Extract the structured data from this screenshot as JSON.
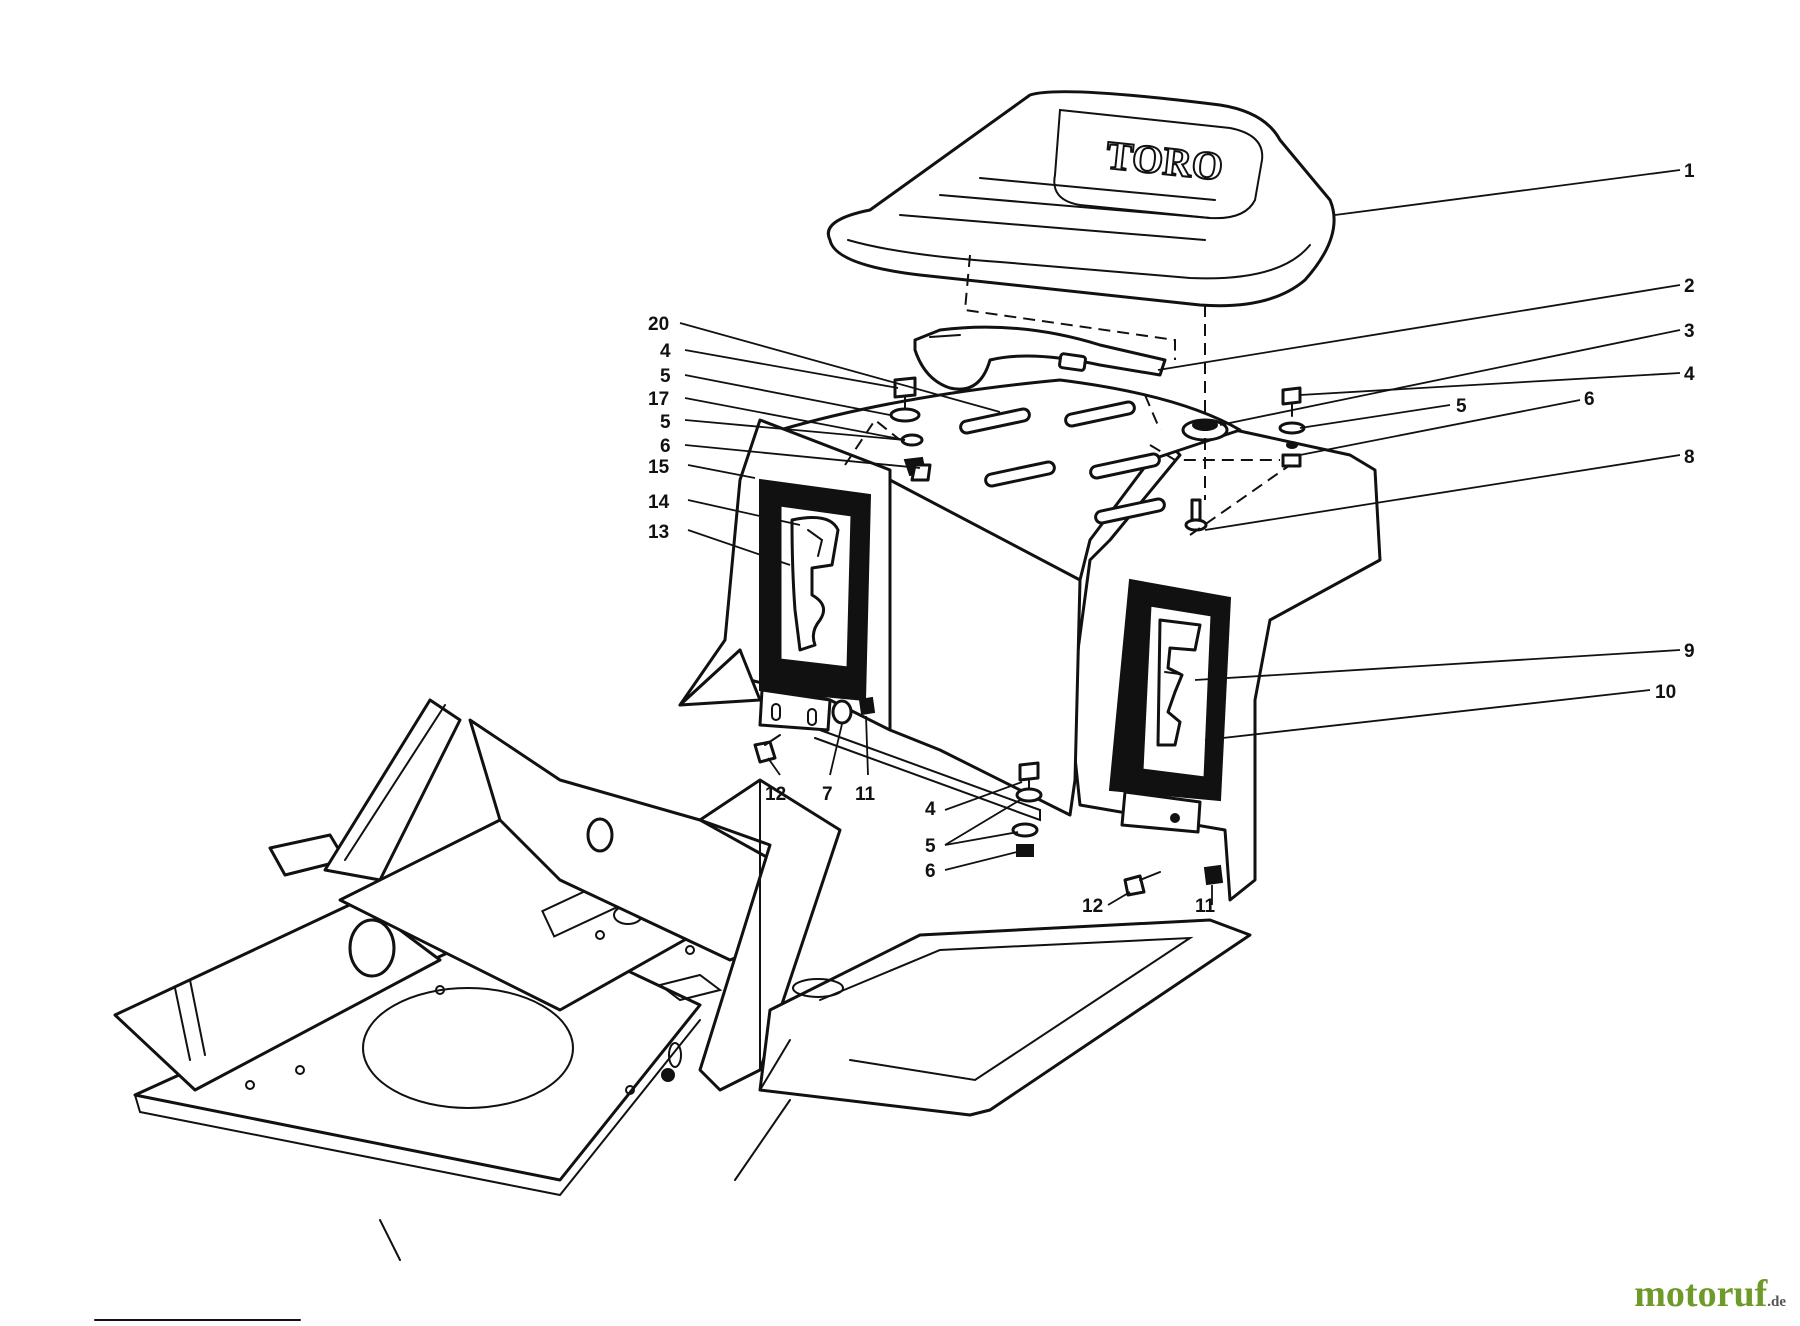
{
  "diagram": {
    "seat_emboss": "TORO",
    "callouts": [
      {
        "id": "c1",
        "label": "1"
      },
      {
        "id": "c2",
        "label": "2"
      },
      {
        "id": "c3",
        "label": "3"
      },
      {
        "id": "c4r",
        "label": "4"
      },
      {
        "id": "c5r",
        "label": "5"
      },
      {
        "id": "c6r",
        "label": "6"
      },
      {
        "id": "c8",
        "label": "8"
      },
      {
        "id": "c9",
        "label": "9"
      },
      {
        "id": "c10",
        "label": "10"
      },
      {
        "id": "c20",
        "label": "20"
      },
      {
        "id": "c4l",
        "label": "4"
      },
      {
        "id": "c5l",
        "label": "5"
      },
      {
        "id": "c17",
        "label": "17"
      },
      {
        "id": "c5l2",
        "label": "5"
      },
      {
        "id": "c6l",
        "label": "6"
      },
      {
        "id": "c15",
        "label": "15"
      },
      {
        "id": "c14",
        "label": "14"
      },
      {
        "id": "c13",
        "label": "13"
      },
      {
        "id": "c12l",
        "label": "12"
      },
      {
        "id": "c7",
        "label": "7"
      },
      {
        "id": "c11l",
        "label": "11"
      },
      {
        "id": "c4b",
        "label": "4"
      },
      {
        "id": "c5b",
        "label": "5"
      },
      {
        "id": "c6b",
        "label": "6"
      },
      {
        "id": "c12r",
        "label": "12"
      },
      {
        "id": "c11r",
        "label": "11"
      }
    ]
  },
  "watermark": {
    "brand": "motoruf",
    "tld": ".de"
  }
}
